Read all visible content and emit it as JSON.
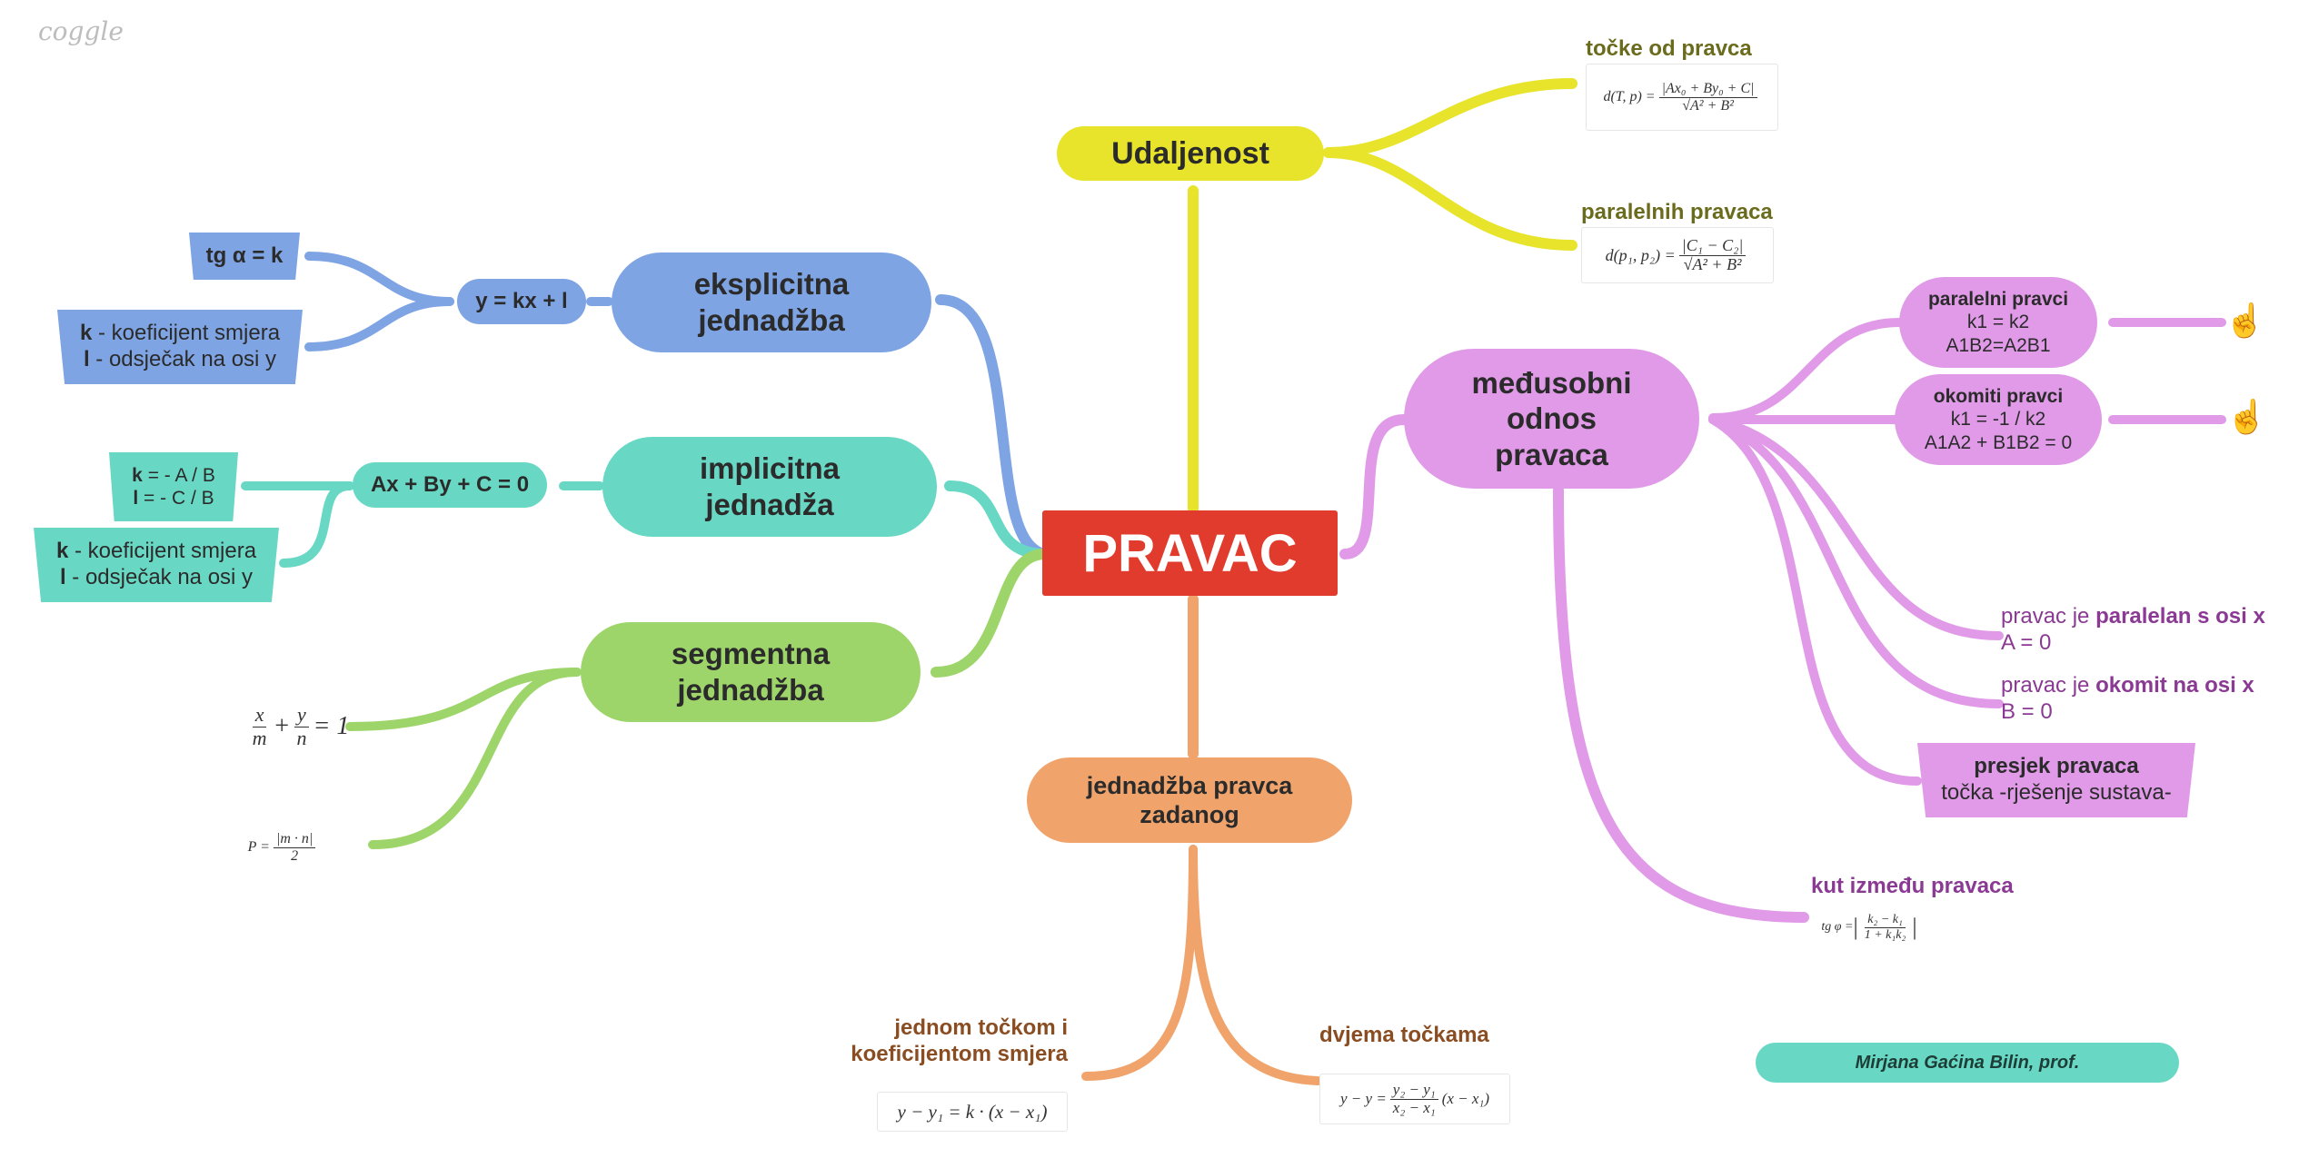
{
  "brand": "coggle",
  "central": {
    "label": "PRAVAC",
    "color": "#e03b2d"
  },
  "udaljenost": {
    "label": "Udaljenost",
    "color": "#e8e42c",
    "point": {
      "label": "točke od pravca",
      "formula": "d(T,p) = |Ax₀ + By₀ + C| / √(A² + B²)"
    },
    "parallel": {
      "label": "paralelnih pravaca",
      "formula": "d(p₁,p₂) = |C₁ − C₂| / √(A² + B²)"
    }
  },
  "eksplicitna": {
    "label_line1": "eksplicitna",
    "label_line2": "jednadžba",
    "color": "#7ea4e4",
    "equation": "y = kx + l",
    "tg": "tg α = k",
    "k_desc_bold": "k",
    "k_desc": " - koeficijent smjera",
    "l_desc_bold": "l",
    "l_desc": " - odsječak na osi y"
  },
  "implicitna": {
    "label_line1": "implicitna",
    "label_line2": "jednadža",
    "color": "#68d8c4",
    "equation": "Ax + By + C = 0",
    "k_formula_bold": "k",
    "k_formula": " = - A / B",
    "l_formula_bold": "l",
    "l_formula": " = - C / B",
    "k_desc_bold": "k",
    "k_desc": " - koeficijent smjera",
    "l_desc_bold": "l",
    "l_desc": " - odsječak na osi y"
  },
  "segmentna": {
    "label_line1": "segmentna",
    "label_line2": "jednadžba",
    "color": "#9ed56a",
    "formula1": "x/m + y/n = 1",
    "formula2": "P = |m · n| / 2"
  },
  "zadanog": {
    "label_line1": "jednadžba pravca",
    "label_line2": "zadanog",
    "color": "#f0a46c",
    "one_point": {
      "line1": "jednom točkom i",
      "line2": "koeficijentom smjera",
      "formula": "y − y₁ = k · (x − x₁)"
    },
    "two_points": {
      "label": "dvjema točkama",
      "formula": "y − y = (y₂ − y₁)/(x₂ − x₁) (x − x₁)"
    }
  },
  "odnos": {
    "label_line1": "međusobni",
    "label_line2": "odnos",
    "label_line3": "pravaca",
    "color": "#e09ae8",
    "paralelni": {
      "title": "paralelni pravci",
      "line1": "k1 = k2",
      "line2": "A1B2=A2B1"
    },
    "okomiti": {
      "title": "okomiti pravci",
      "line1": "k1 = -1 / k2",
      "line2": "A1A2 + B1B2 = 0"
    },
    "os_x_par": {
      "prefix": "pravac je ",
      "bold": "paralelan s osi x",
      "line2": "A = 0"
    },
    "os_x_okomit": {
      "prefix": "pravac je ",
      "bold": "okomit na osi x",
      "line2": "B = 0"
    },
    "presjek": {
      "title": "presjek pravaca",
      "line2": "točka -rješenje sustava-"
    },
    "kut": {
      "label": "kut između pravaca",
      "formula": "tg φ = |(k₂ − k₁) / (1 + k₁k₂)|"
    }
  },
  "author": {
    "label": "Mirjana Gaćina Bilin, prof.",
    "color": "#68d8c4"
  },
  "icons": {
    "hand": "pointing-hand-icon"
  }
}
